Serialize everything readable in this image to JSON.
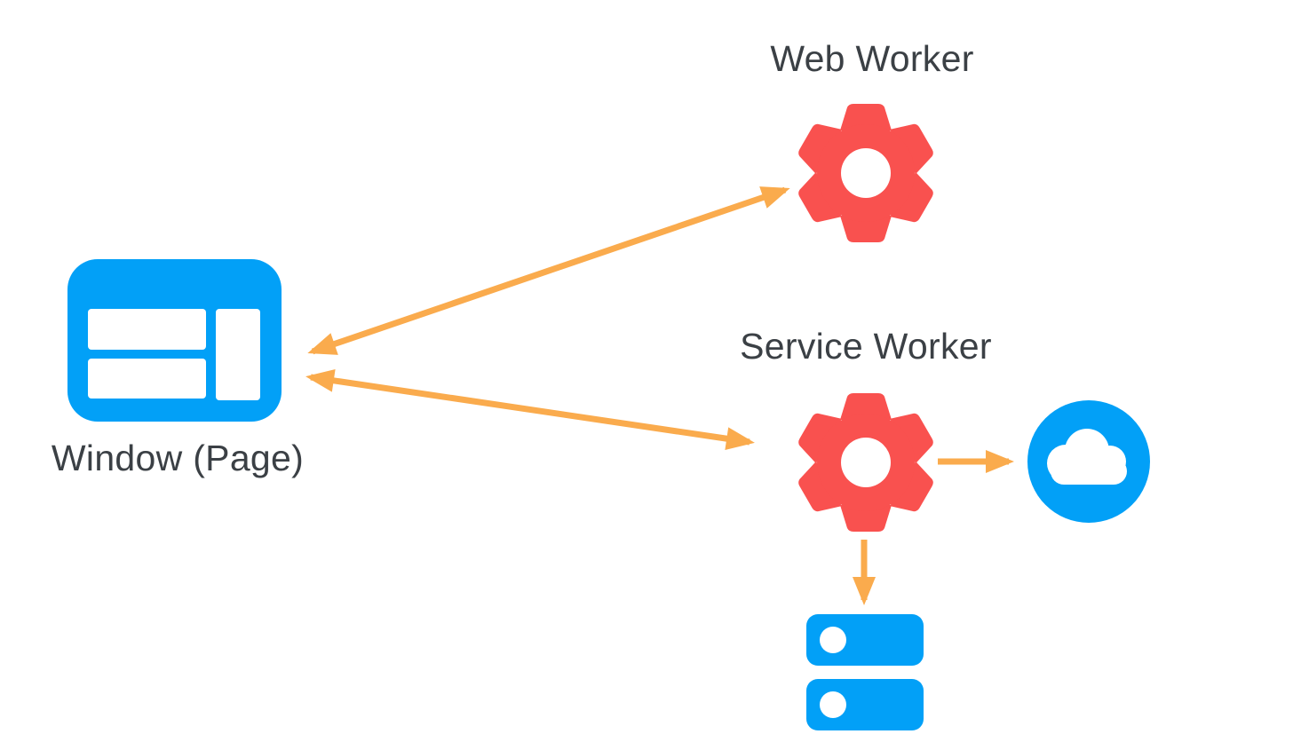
{
  "diagram": {
    "type": "architecture-diagram",
    "description": "Browser window page communicating with a web worker and a service worker; the service worker talks to the network (cloud) and storage (database)."
  },
  "colors": {
    "background": "#ffffff",
    "blue": "#02A0F7",
    "red": "#F9514F",
    "orange": "#FAAB4D",
    "label_text": "#3B4045",
    "icon_cutout": "#ffffff"
  },
  "nodes": {
    "window": {
      "label": "Window (Page)",
      "icon": "browser-window-icon"
    },
    "web_worker": {
      "label": "Web Worker",
      "icon": "gear-icon"
    },
    "service_worker": {
      "label": "Service Worker",
      "icon": "gear-icon"
    },
    "network": {
      "label": "",
      "icon": "cloud-icon"
    },
    "storage": {
      "label": "",
      "icon": "database-icon"
    }
  },
  "edges": [
    {
      "from": "window",
      "to": "web_worker",
      "direction": "bidirectional"
    },
    {
      "from": "window",
      "to": "service_worker",
      "direction": "bidirectional"
    },
    {
      "from": "service_worker",
      "to": "network",
      "direction": "one-way"
    },
    {
      "from": "service_worker",
      "to": "storage",
      "direction": "one-way"
    }
  ]
}
